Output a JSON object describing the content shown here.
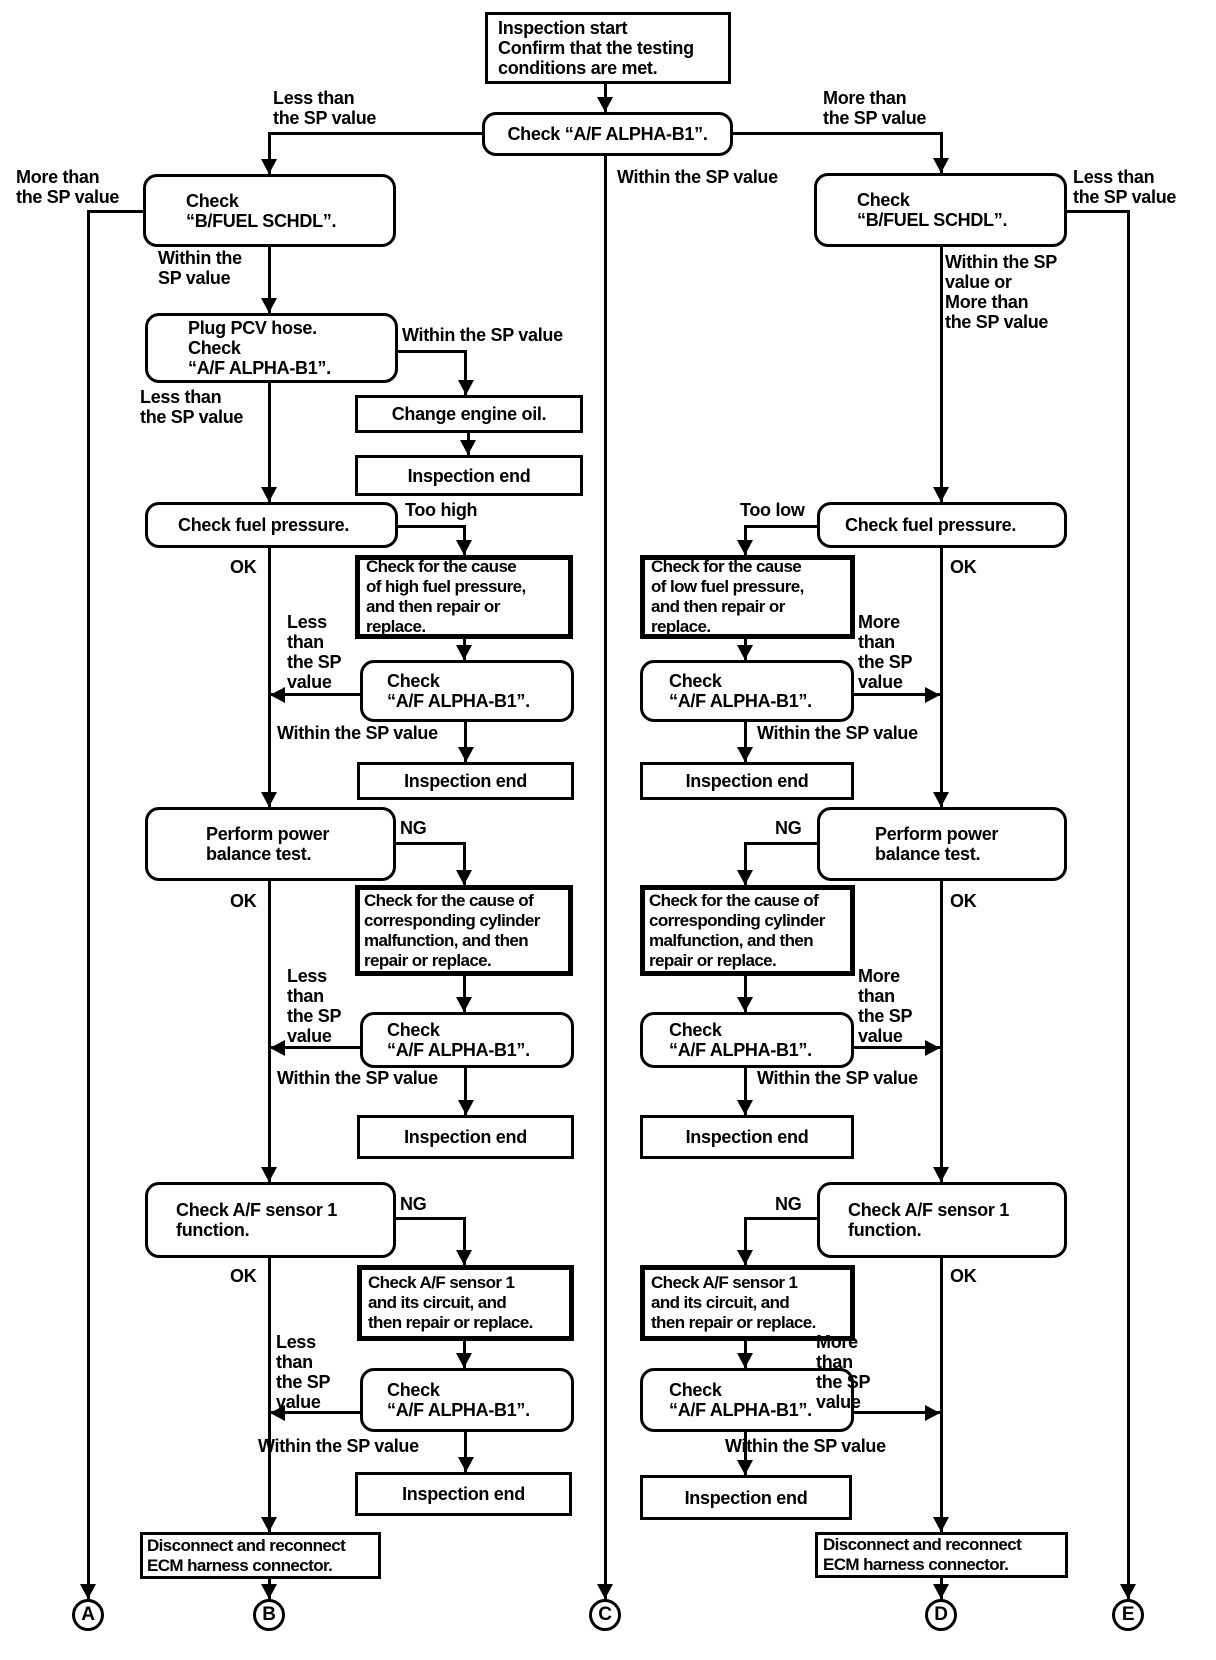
{
  "colors": {
    "ink": "#000000",
    "paper": "#ffffff"
  },
  "nodes": {
    "start": {
      "lines": [
        "Inspection start",
        "Confirm that the testing",
        "conditions are met."
      ]
    },
    "afTop": {
      "text": "Check “A/F ALPHA-B1”."
    },
    "bfuel": {
      "lines": [
        "Check",
        "“B/FUEL SCHDL”."
      ]
    },
    "plugPcv": {
      "lines": [
        "Plug PCV hose.",
        "Check",
        "“A/F ALPHA-B1”."
      ]
    },
    "changeOil": {
      "text": "Change engine oil."
    },
    "inspectionEnd": {
      "text": "Inspection end"
    },
    "fuelPressure": {
      "text": "Check fuel pressure."
    },
    "causeHigh": {
      "lines": [
        "Check for the cause",
        "of high fuel pressure,",
        "and then repair or",
        "replace."
      ]
    },
    "causeLow": {
      "lines": [
        "Check for the cause",
        "of low fuel pressure,",
        "and then repair or",
        "replace."
      ]
    },
    "afCheck": {
      "lines": [
        "Check",
        "“A/F ALPHA-B1”."
      ]
    },
    "powerBalance": {
      "lines": [
        "Perform power",
        "balance test."
      ]
    },
    "causeCylinder": {
      "lines": [
        "Check for the cause of",
        "corresponding cylinder",
        "malfunction, and then",
        "repair or replace."
      ]
    },
    "afSensor": {
      "lines": [
        "Check A/F sensor 1",
        "function."
      ]
    },
    "sensorCircuit": {
      "lines": [
        "Check A/F sensor 1",
        "and its circuit, and",
        "then repair or replace."
      ]
    },
    "disconnect": {
      "lines": [
        "Disconnect and reconnect",
        "ECM harness connector."
      ]
    }
  },
  "labels": {
    "lessThan2": [
      "Less than",
      "the SP value"
    ],
    "moreThan2": [
      "More than",
      "the SP value"
    ],
    "withinSp": "Within the SP value",
    "withinSp2": [
      "Within the",
      "SP value"
    ],
    "withinOrMore": [
      "Within the SP",
      "value or",
      "More than",
      "the SP value"
    ],
    "less4": [
      "Less",
      "than",
      "the SP",
      "value"
    ],
    "more4": [
      "More",
      "than",
      "the SP",
      "value"
    ],
    "tooHigh": "Too high",
    "tooLow": "Too low",
    "ok": "OK",
    "ng": "NG"
  },
  "terminals": {
    "a": "A",
    "b": "B",
    "c": "C",
    "d": "D",
    "e": "E"
  }
}
